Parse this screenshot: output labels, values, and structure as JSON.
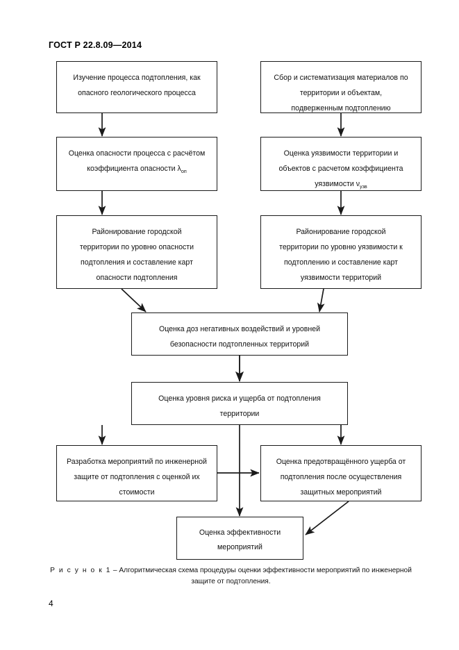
{
  "document": {
    "standard_header": "ГОСТ Р 22.8.09—2014",
    "page_number": "4"
  },
  "figure": {
    "caption_lead": "Р и с у н о к  1",
    "caption_dash": "–",
    "caption_text": "Алгоритмическая схема процедуры оценки эффективности мероприятий по инженерной защите от подтопления."
  },
  "nodes": {
    "n1": "Изучение процесса подтопления, как\nопасного геологического процесса",
    "n2": "Сбор и систематизация материалов по\nтерритории и объектам,\nподверженным подтоплению",
    "n3_pre": "Оценка опасности процесса с расчётом\nкоэффициента опасности ",
    "n3_sym": "λ",
    "n3_sub": "оп",
    "n4_pre": "Оценка уязвимости территории и\nобъектов с расчетом коэффициента\nуязвимости ",
    "n4_sym": "ν",
    "n4_sub": "узв",
    "n5": "Районирование городской\nтерритории по уровню опасности\nподтопления и составление карт\nопасности подтопления",
    "n6": "Районирование городской\nтерритории по уровню уязвимости к\nподтоплению и составление карт\nуязвимости территорий",
    "n7": "Оценка доз негативных воздействий и уровней\nбезопасности подтопленных территорий",
    "n8": "Оценка уровня риска и ущерба от подтопления\nтерритории",
    "n9": "Разработка мероприятий по инженерной\nзащите от подтопления с оценкой их\nстоимости",
    "n10": "Оценка предотвращённого ущерба от\nподтопления после осуществления\nзащитных мероприятий",
    "n11": "Оценка эффективности\nмероприятий"
  },
  "colors": {
    "line": "#1a1a1a",
    "box_fill": "#ffffff",
    "text": "#111111",
    "page_bg": "#ffffff"
  }
}
